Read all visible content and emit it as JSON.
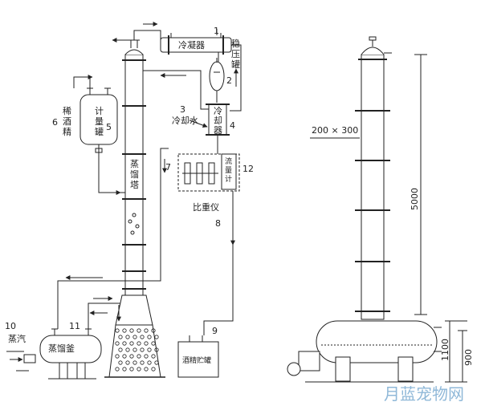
{
  "components": {
    "condenser": {
      "number": "1",
      "label": "冷凝器"
    },
    "stabilizer": {
      "number": "2",
      "label": "稳压罐"
    },
    "cooling_water": {
      "number": "3",
      "label": "冷却水"
    },
    "cooler": {
      "number": "4",
      "label": "冷却器"
    },
    "measuring_tank": {
      "number": "5",
      "label": "计量罐"
    },
    "dilute_alcohol": {
      "number": "6",
      "label": "稀酒精"
    },
    "column": {
      "number": "7",
      "label": "蒸馏塔"
    },
    "line_8": {
      "number": "8"
    },
    "line_9": {
      "number": "9"
    },
    "steam": {
      "number": "10",
      "label": "蒸汽"
    },
    "still": {
      "number": "11",
      "label": "蒸馏釜"
    },
    "hydrometer_group": {
      "number": "12",
      "label": "比重仪"
    },
    "flowmeter": {
      "label": "流量计"
    },
    "alcohol_tank": {
      "label": "酒精贮罐"
    }
  },
  "dimensions": {
    "diameter": "200 × 300",
    "height": "5000",
    "tank_h1": "1100",
    "tank_h2": "900"
  },
  "watermark": "月蓝宠物网"
}
